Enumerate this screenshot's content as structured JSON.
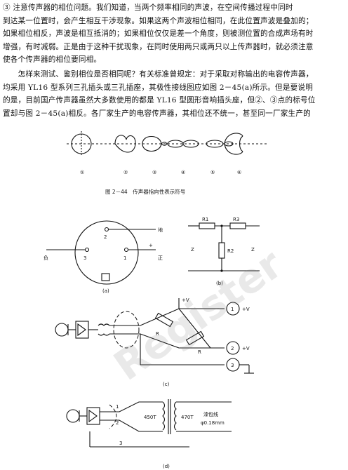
{
  "paragraph1": [
    "③ 注意传声器的相位问题。我们知道，当两个频率相同的声波，在空间传播过程中同时",
    "到达某一位置时，会产生相互干涉现象。如果这两个声波相位相同，在此位置声波是叠加的；",
    "如果相位相反，声波是相互抵消的；如果相位仅仅是差一个角度，则被测位置的合成声场有时",
    "增强，有时减弱。正是由于这种干扰现象，在同时使用两只或两只以上传声器时，就必须注意",
    "使各个传声器的相位要同相。"
  ],
  "paragraph2": [
    "　　怎样来测试、鉴别相位是否相同呢？有关标准曾规定：对于采取对称输出的电容传声器，",
    "均采用 YL16 型系列三孔插头或三孔插座，其极性接线图应如图 2－45(a)所示。但是要说明",
    "的是，目前国产传声器虽然大多数使用的都是 YL16 型圆形音响插头座，但②、③点的标号位",
    "置却与图 2－45(a)相反。各厂家生产的电容传声器，其相位还不统一，甚至同一厂家生产的"
  ],
  "fig244": {
    "labels": [
      "①",
      "②",
      "③",
      "④",
      "⑤",
      "⑥"
    ],
    "caption": "图 2－44　传声器指向性表示符号"
  },
  "fig245a": {
    "pin1": "1",
    "pin2": "2",
    "pin3": "3",
    "ground": "地",
    "negative": "负",
    "positive": "正",
    "plus": "+",
    "label": "(a)"
  },
  "fig245b": {
    "r1": "R1",
    "r2": "R2",
    "r3": "R3",
    "z_left": "Z",
    "z_right": "Z",
    "label": "(b)"
  },
  "fig245c": {
    "vplus_top": "+V",
    "t1": "1",
    "t1v": "+V",
    "t2": "2",
    "t2v": "+V",
    "t3": "3",
    "r_upper": "R",
    "r_lower": "R",
    "label": "(c)"
  },
  "fig245d": {
    "n1": "1",
    "n2": "2",
    "n3": "3",
    "turns1": "450T",
    "turns2": "470T",
    "wire1": "漆包线",
    "wire2": "φ0.18mm",
    "label": "(d)"
  },
  "watermark": "Register"
}
